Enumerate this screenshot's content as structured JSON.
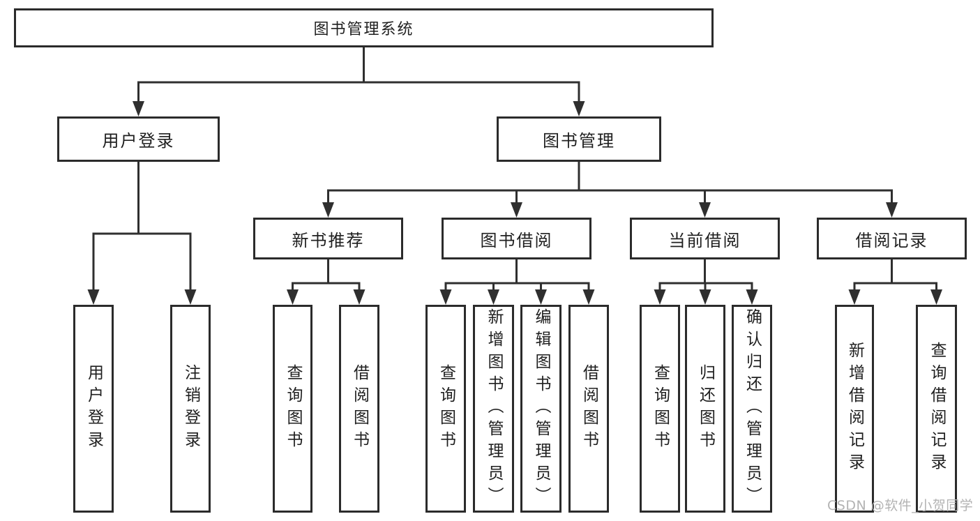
{
  "diagram": {
    "root": {
      "label": "图书管理系统"
    },
    "branches": [
      {
        "label": "用户登录",
        "children": [
          {
            "label": "用户登录"
          },
          {
            "label": "注销登录"
          }
        ]
      },
      {
        "label": "图书管理",
        "groups": [
          {
            "label": "新书推荐",
            "children": [
              {
                "label": "查询图书"
              },
              {
                "label": "借阅图书"
              }
            ]
          },
          {
            "label": "图书借阅",
            "children": [
              {
                "label": "查询图书"
              },
              {
                "label": "新增图书（管理员）"
              },
              {
                "label": "编辑图书（管理员）"
              },
              {
                "label": "借阅图书"
              }
            ]
          },
          {
            "label": "当前借阅",
            "children": [
              {
                "label": "查询图书"
              },
              {
                "label": "归还图书"
              },
              {
                "label": "确认归还（管理员）"
              }
            ]
          },
          {
            "label": "借阅记录",
            "children": [
              {
                "label": "新增借阅记录"
              },
              {
                "label": "查询借阅记录"
              }
            ]
          }
        ]
      }
    ]
  },
  "watermark": {
    "text": "CSDN @软件_小贺同学"
  },
  "colors": {
    "line": "#2f2f2f",
    "border": "#2b2b2b",
    "text": "#1f1f1f",
    "watermark": "#b3b3b3",
    "background": "#ffffff"
  }
}
